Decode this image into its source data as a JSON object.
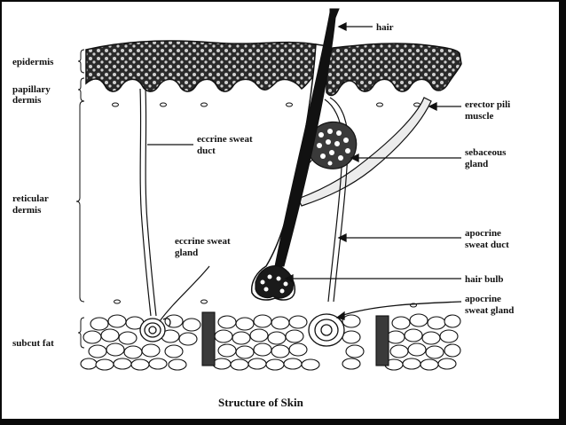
{
  "caption": "Structure of Skin",
  "left_labels": {
    "epidermis": "epidermis",
    "papillary_1": "papillary",
    "papillary_2": "dermis",
    "reticular_1": "reticular",
    "reticular_2": "dermis",
    "subcut": "subcut fat"
  },
  "inner_labels": {
    "eccrine_duct_1": "eccrine sweat",
    "eccrine_duct_2": "duct",
    "eccrine_gland_1": "eccrine sweat",
    "eccrine_gland_2": "gland"
  },
  "right_labels": {
    "hair": "hair",
    "erector_1": "erector pili",
    "erector_2": "muscle",
    "sebaceous_1": "sebaceous",
    "sebaceous_2": "gland",
    "apocrine_duct_1": "apocrine",
    "apocrine_duct_2": "sweat duct",
    "hair_bulb": "hair bulb",
    "apocrine_gland_1": "apocrine",
    "apocrine_gland_2": "sweat gland"
  }
}
